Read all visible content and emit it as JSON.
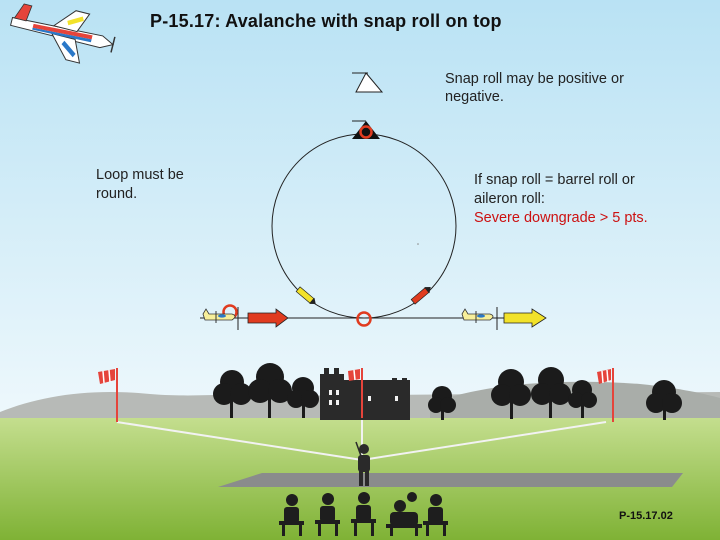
{
  "title": "P-15.17: Avalanche with snap roll on top",
  "annotations": {
    "snap_roll": "Snap roll may be positive or\nnegative.",
    "loop_round": "Loop must be\nround.",
    "barrel_roll": "If snap roll = barrel roll or\naileron roll:",
    "downgrade": "Severe downgrade > 5 pts."
  },
  "figure_code": "P-15.17.02",
  "colors": {
    "sky_top": "#b9e2f4",
    "sky_bottom": "#eaf7fc",
    "grass": "#8fbf3e",
    "downgrade_text": "#cc1111",
    "arrow_red": "#e03b1f",
    "arrow_yellow": "#f2e22a",
    "flag_red": "#e5443b"
  },
  "icons": [
    "airplane-logo-icon",
    "triangle-up-icon",
    "triangle-snap-icon",
    "circle-marker-icon",
    "flag-icon",
    "tree-icon",
    "castle-icon",
    "pilot-icon",
    "judge-icon"
  ]
}
